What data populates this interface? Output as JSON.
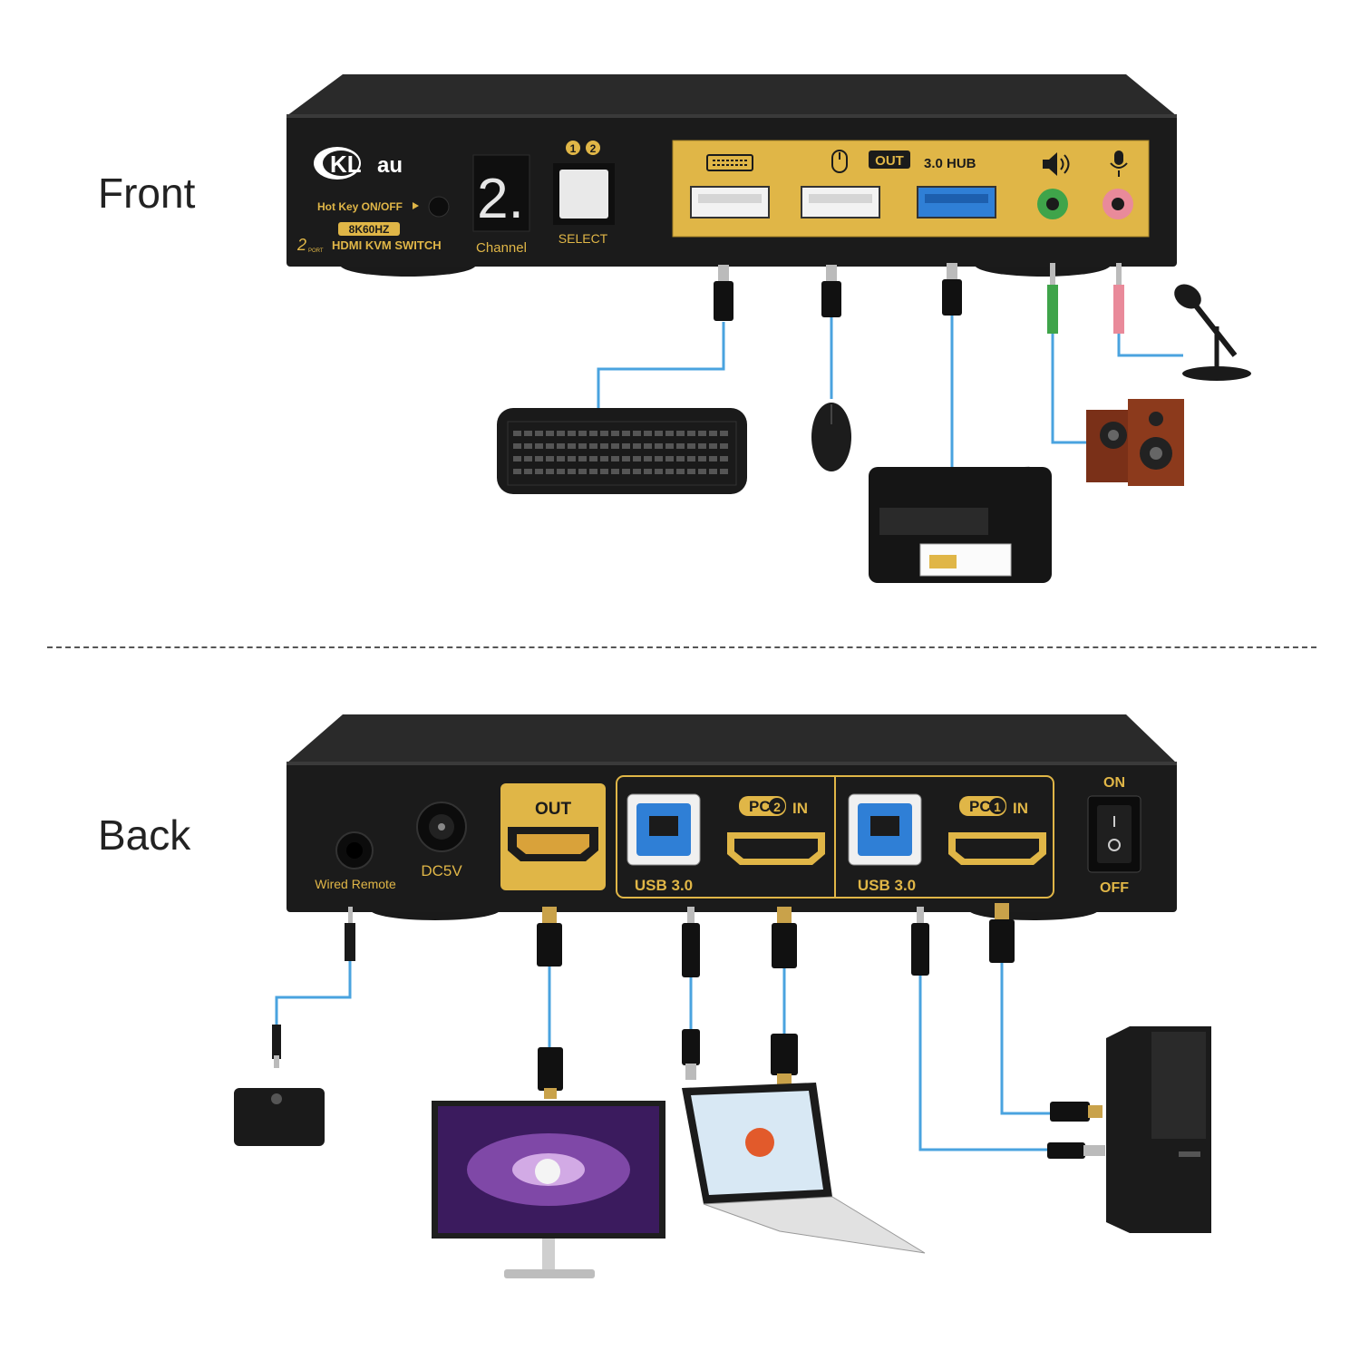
{
  "front": {
    "section_label": "Front",
    "brand": {
      "logo_letters": "KL",
      "logo_suffix": "au"
    },
    "hotkey_label": "Hot Key ON/OFF",
    "badge_8k": "8K60HZ",
    "model_prefix": "2",
    "model_prefix_small": "PORT",
    "model_text": "HDMI KVM SWITCH",
    "channel_digit": "2.",
    "channel_label": "Channel",
    "select_numbers": [
      "1",
      "2"
    ],
    "select_label": "SELECT",
    "out_label": "OUT",
    "hub_label": "3.0 HUB",
    "port_icons": [
      "keyboard-icon",
      "mouse-icon",
      "speaker-icon",
      "microphone-icon"
    ],
    "colors": {
      "panel_gold": "#e0b647",
      "usb3_blue": "#2f7fd6",
      "audio_green": "#3fa44a",
      "mic_pink": "#e98a9a",
      "cable_blue": "#4aa3df"
    },
    "devices": [
      "keyboard",
      "mouse",
      "printer",
      "speakers",
      "microphone"
    ]
  },
  "back": {
    "section_label": "Back",
    "remote_label": "Wired Remote",
    "dc_label": "DC5V",
    "out_label": "OUT",
    "pc2_label": "PC 2",
    "pc2_num": "2",
    "pc1_num": "1",
    "pc_prefix": "PC",
    "in_label": "IN",
    "usb_label_a": "USB 3.0",
    "usb_label_b": "USB 3.0",
    "power_on": "ON",
    "power_off": "OFF",
    "devices": [
      "wired-remote",
      "monitor",
      "laptop",
      "desktop-pc"
    ]
  }
}
